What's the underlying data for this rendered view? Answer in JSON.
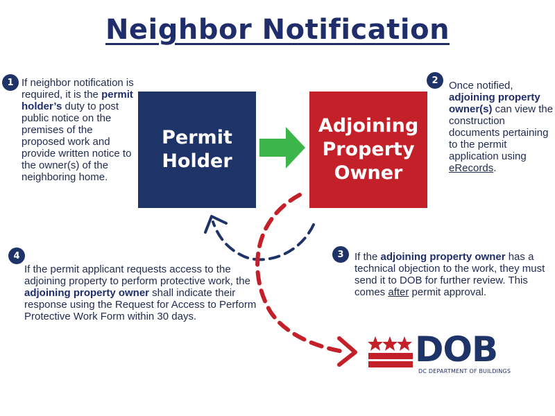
{
  "title": "Neighbor Notification",
  "boxes": {
    "holder": "Permit Holder",
    "owner": "Adjoining Property Owner"
  },
  "steps": [
    {
      "number": "1",
      "before": "If neighbor notification is required, it is the ",
      "bold": "permit holder’s",
      "after": " duty to post public notice on the premises of the proposed work and provide written notice to the owner(s) of the neighboring home."
    },
    {
      "number": "2",
      "before": "Once notified, ",
      "bold": "adjoining property owner(s)",
      "middle": " can view the construction documents pertaining to the permit application using ",
      "link": "eRecords",
      "after": "."
    },
    {
      "number": "3",
      "before": "If the ",
      "bold": "adjoining property owner",
      "middle": " has a technical objection to the work, they must send it to DOB for further review. This comes ",
      "underlined": "after",
      "after": " permit approval."
    },
    {
      "number": "4",
      "before": "If the permit applicant requests access to the adjoining property to perform protective work, the ",
      "bold": "adjoining property owner",
      "after": " shall indicate their response using the Request for Access to Perform Protective Work Form within 30 days."
    }
  ],
  "logo": {
    "letters": "DOB",
    "subtitle": "DC DEPARTMENT OF BUILDINGS"
  },
  "colors": {
    "navy": "#1e3367",
    "red": "#c4202a",
    "green": "#3cb54a"
  }
}
